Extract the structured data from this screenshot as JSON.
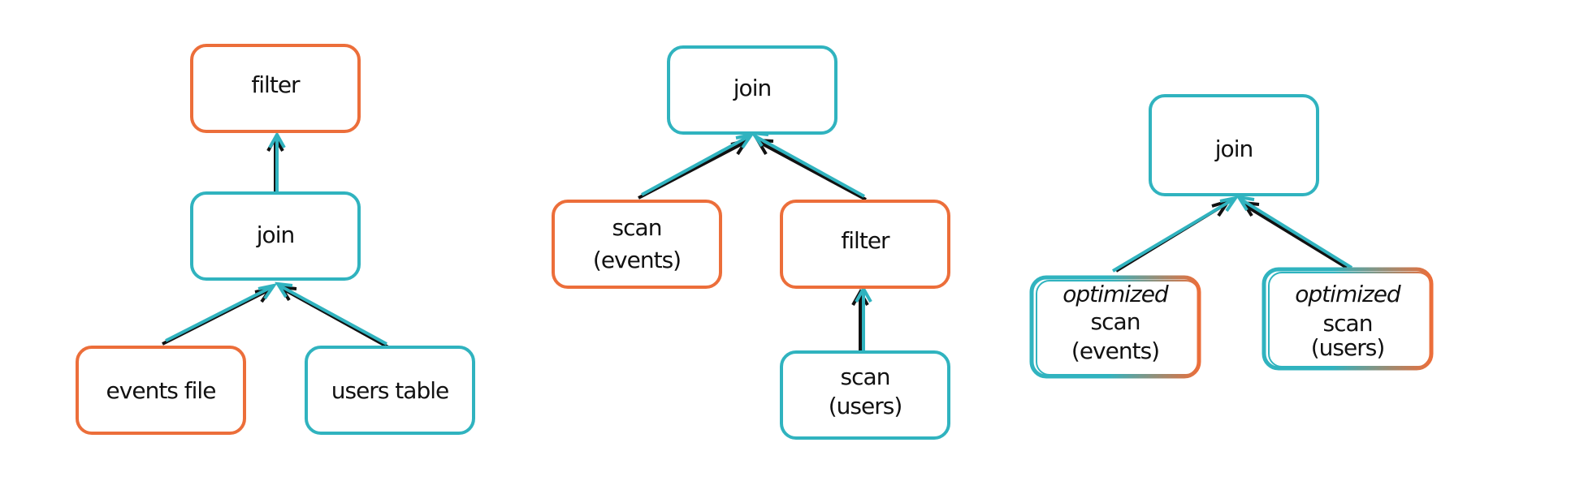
{
  "colors": {
    "orange": "#ec6e3a",
    "teal": "#30b3bf",
    "arrow_dark": "#111111",
    "text": "#111111",
    "background": "#ffffff"
  },
  "diagram1": {
    "filter": {
      "label": "filter"
    },
    "join": {
      "label": "join"
    },
    "events_file": {
      "label": "events file"
    },
    "users_table": {
      "label": "users table"
    }
  },
  "diagram2": {
    "join": {
      "label": "join"
    },
    "scan_events": {
      "line1": "scan",
      "line2": "(events)"
    },
    "filter": {
      "label": "filter"
    },
    "scan_users": {
      "line1": "scan",
      "line2": "(users)"
    }
  },
  "diagram3": {
    "join": {
      "label": "join"
    },
    "opt_scan_events": {
      "line1": "optimized",
      "line2": "scan",
      "line3": "(events)"
    },
    "opt_scan_users": {
      "line1": "optimized",
      "line2": "scan",
      "line3": "(users)"
    }
  }
}
